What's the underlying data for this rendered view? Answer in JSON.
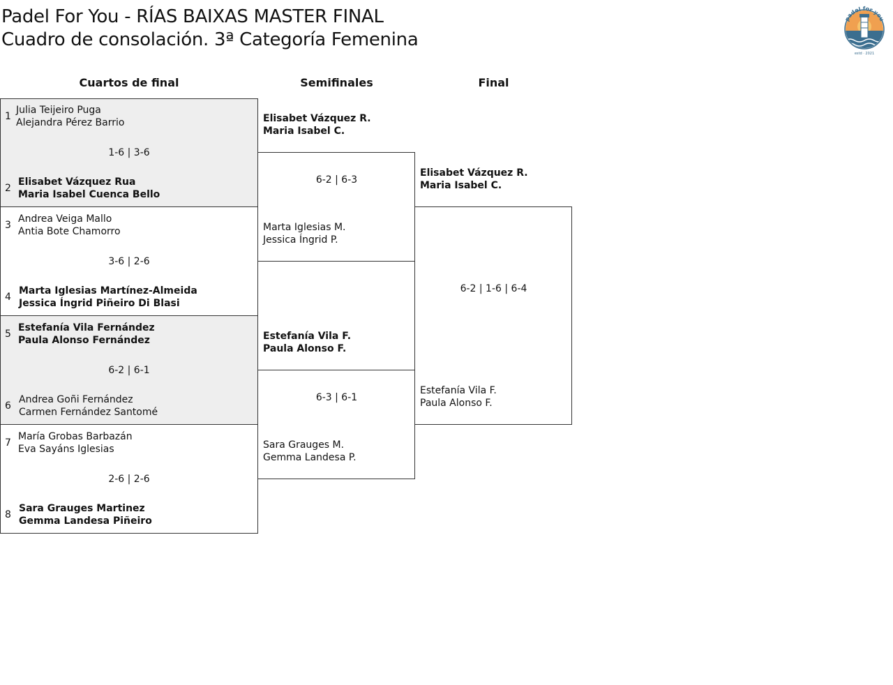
{
  "header": {
    "title": "Padel For You - RÍAS BAIXAS MASTER FINAL",
    "subtitle": "Cuadro de consolación. 3ª Categoría Femenina",
    "logo_text": "padel for you",
    "logo_subtext": "estd · 2021"
  },
  "rounds": {
    "quarters": "Cuartos de final",
    "semis": "Semifinales",
    "final": "Final"
  },
  "quarterfinals": [
    {
      "top": {
        "seed": "1",
        "p1": "Julia Teijeiro Puga",
        "p2": "Alejandra Pérez Barrio"
      },
      "bottom": {
        "seed": "2",
        "p1": "Elisabet Vázquez Rua",
        "p2": "Maria Isabel Cuenca Bello"
      },
      "score": "1-6 | 3-6"
    },
    {
      "top": {
        "seed": "3",
        "p1": "Andrea Veiga Mallo",
        "p2": "Antia Bote Chamorro"
      },
      "bottom": {
        "seed": "4",
        "p1": "Marta Iglesias Martínez-Almeida",
        "p2": "Jessica Íngrid Piñeiro Di Blasi"
      },
      "score": "3-6 | 2-6"
    },
    {
      "top": {
        "seed": "5",
        "p1": "Estefanía Vila Fernández",
        "p2": "Paula Alonso Fernández"
      },
      "bottom": {
        "seed": "6",
        "p1": "Andrea Goñi Fernández",
        "p2": "Carmen Fernández Santomé"
      },
      "score": "6-2 | 6-1"
    },
    {
      "top": {
        "seed": "7",
        "p1": "María Grobas Barbazán",
        "p2": "Eva Sayáns Iglesias"
      },
      "bottom": {
        "seed": "8",
        "p1": "Sara Grauges Martinez",
        "p2": "Gemma Landesa Piñeiro"
      },
      "score": "2-6 | 2-6"
    }
  ],
  "semifinals": [
    {
      "top": {
        "p1": "Elisabet Vázquez R.",
        "p2": "Maria Isabel C."
      },
      "bottom": {
        "p1": "Marta Iglesias M.",
        "p2": "Jessica Íngrid P."
      },
      "score": "6-2 | 6-3"
    },
    {
      "top": {
        "p1": "Estefanía Vila F.",
        "p2": "Paula Alonso F."
      },
      "bottom": {
        "p1": "Sara Grauges M.",
        "p2": "Gemma Landesa P."
      },
      "score": "6-3 | 6-1"
    }
  ],
  "final": {
    "top": {
      "p1": "Elisabet Vázquez R.",
      "p2": "Maria Isabel C."
    },
    "bottom": {
      "p1": "Estefanía Vila F.",
      "p2": "Paula Alonso F."
    },
    "score": "6-2 | 1-6 | 6-4"
  },
  "colors": {
    "highlight_bg": "#eeeeee",
    "border": "#333333",
    "logo_orange": "#f0a050",
    "logo_blue": "#3b6e8f"
  }
}
